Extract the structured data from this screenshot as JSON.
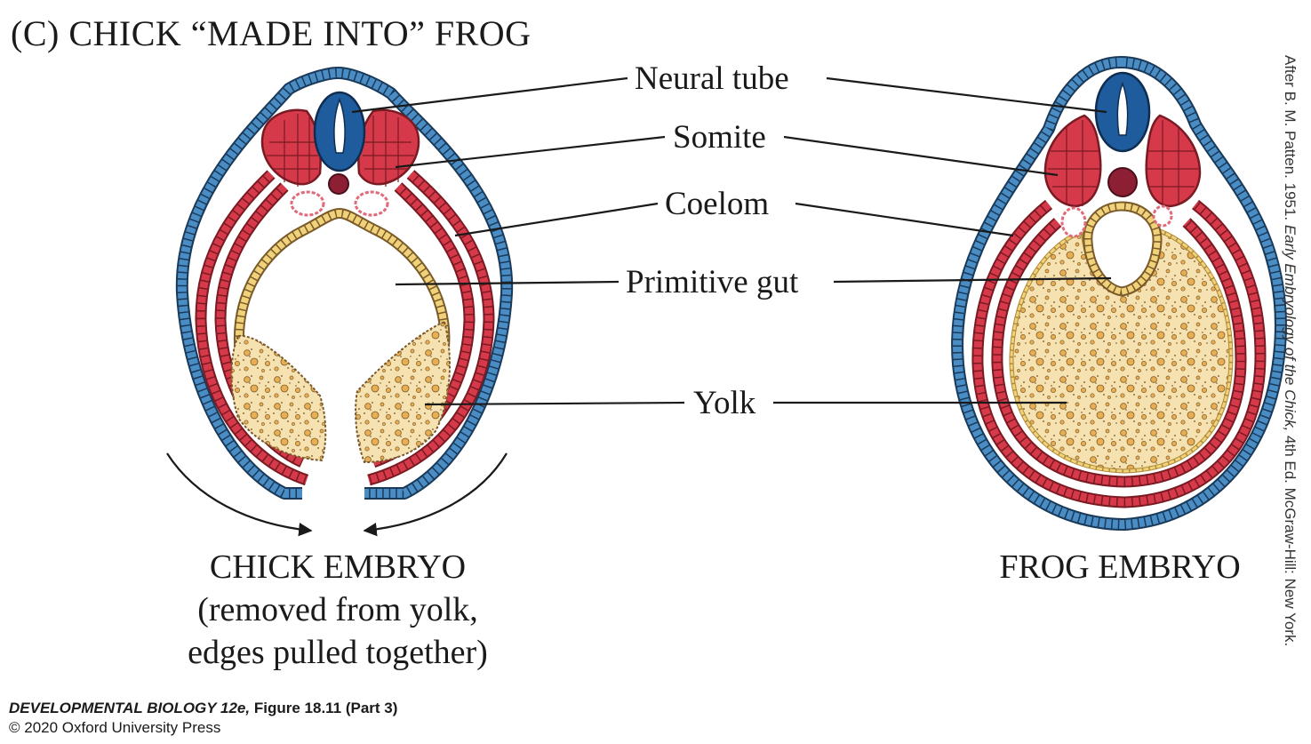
{
  "title": "(C)  CHICK “MADE INTO” FROG",
  "labels": {
    "neural_tube": "Neural tube",
    "somite": "Somite",
    "coelom": "Coelom",
    "primitive_gut": "Primitive gut",
    "yolk": "Yolk"
  },
  "chick_caption": {
    "line1": "CHICK EMBRYO",
    "line2": "(removed from yolk,",
    "line3": "edges pulled together)"
  },
  "frog_caption": "FROG EMBRYO",
  "credit": {
    "book": "DEVELOPMENTAL BIOLOGY 12e,",
    "figure": "Figure 18.11 (Part 3)",
    "copyright": "© 2020 Oxford University Press"
  },
  "attribution": {
    "prefix": "After B. M. Patten. 1951. ",
    "title": "Early Embryology of the Chick,",
    "suffix": " 4th Ed. McGraw-Hill: New York."
  },
  "colors": {
    "ectoderm": "#4a8cc4",
    "mesoderm": "#d63a4a",
    "neural_tube": "#1f5c9e",
    "notochord": "#8c1f33",
    "endoderm": "#f0d27a",
    "yolk_fill": "#f6e2b0",
    "yolk_granule": "#e8a84a",
    "coelom_outline": "#e06a7a"
  }
}
